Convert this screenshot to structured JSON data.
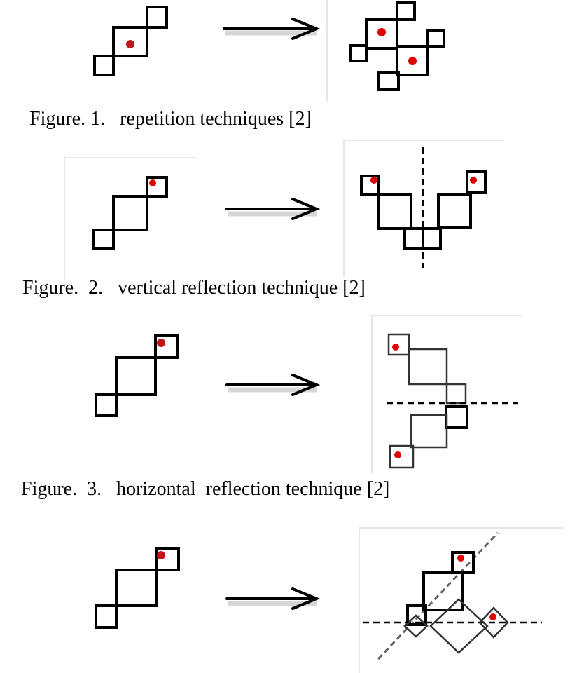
{
  "figures": [
    {
      "caption": "Figure. 1.   repetition techniques [2]"
    },
    {
      "caption": "Figure.  2.   vertical reflection technique [2]"
    },
    {
      "caption": "Figure.  3.   horizontal  reflection technique [2]"
    }
  ],
  "colors": {
    "marker": "#e00000",
    "line": "#000000"
  }
}
